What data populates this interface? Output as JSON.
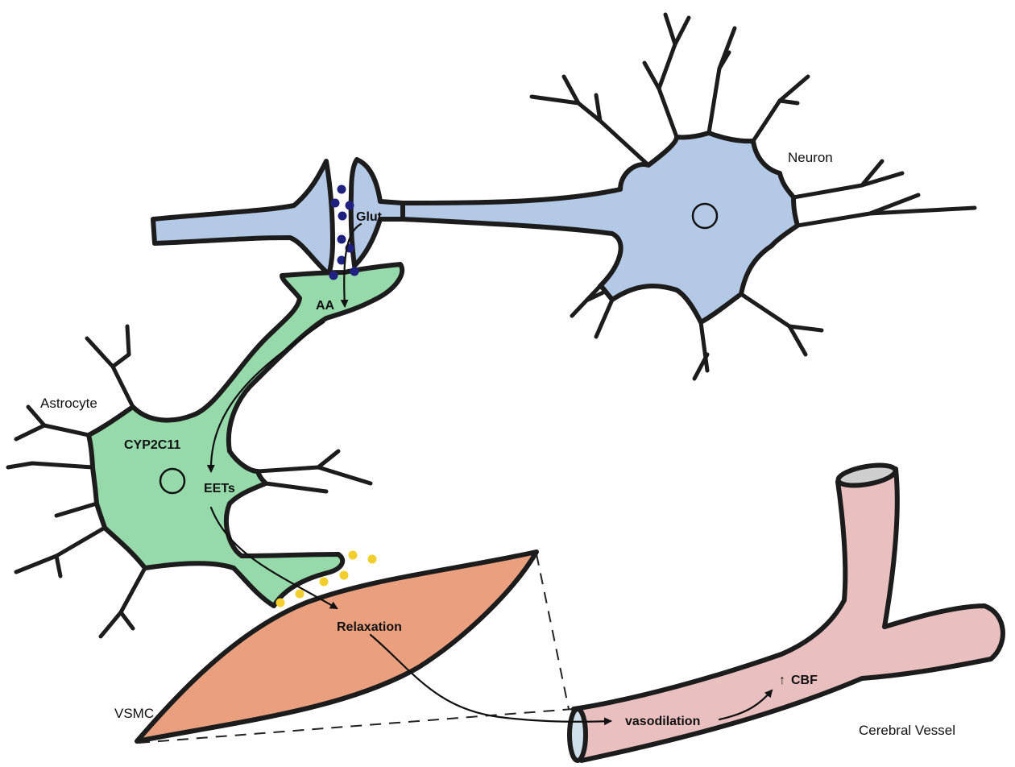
{
  "labels": {
    "neuron": "Neuron",
    "astrocyte": "Astrocyte",
    "vsmc": "VSMC",
    "cerebral_vessel": "Cerebral Vessel",
    "glut": "Glut",
    "aa": "AA",
    "cyp2c11": "CYP2C11",
    "eets": "EETs",
    "relaxation": "Relaxation",
    "vasodilation": "vasodilation",
    "cbf": "CBF",
    "cbf_arrow": "↑"
  },
  "colors": {
    "neuron_fill": "#b3c9e6",
    "astrocyte_fill": "#96d9aa",
    "vsmc_fill": "#eaa07f",
    "vessel_fill": "#e9bfc0",
    "vessel_opening": "#cfcfcf",
    "vesicle": "#1f2080",
    "eet_dot": "#f2cf2c",
    "outline": "#1c1c1c"
  }
}
